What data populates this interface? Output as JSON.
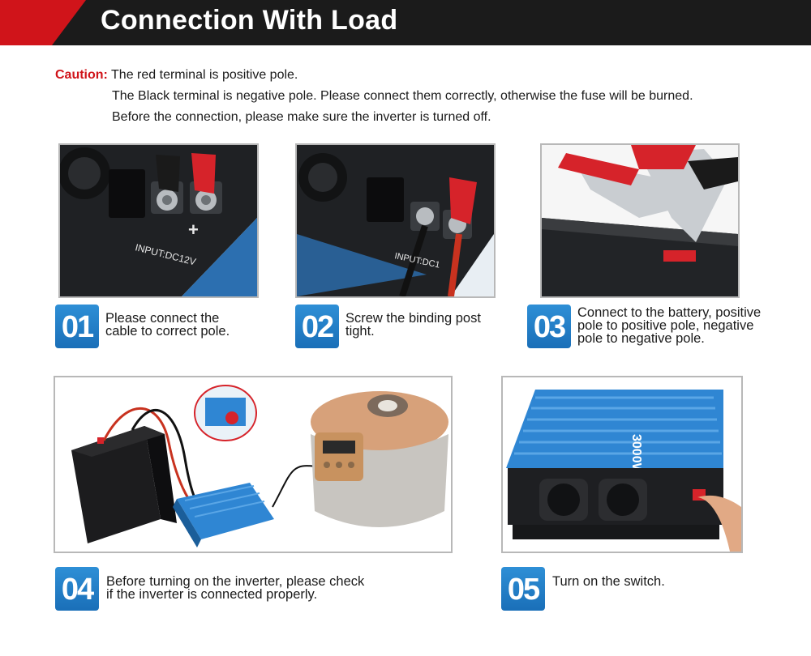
{
  "header": {
    "title": "Connection With Load"
  },
  "caution": {
    "label": "Caution:",
    "line1": "The red terminal is positive pole.",
    "line2": "The Black terminal is negative pole. Please connect them correctly, otherwise the fuse will be burned.",
    "line3": "Before the connection, please make sure the inverter is turned off."
  },
  "photo_labels": {
    "input_label": "INPUT:DC12V",
    "input_label_short": "INPUT:DC1",
    "brand": "3000W"
  },
  "steps": [
    {
      "number": "01",
      "line1": "Please connect the",
      "line2": "cable to correct pole."
    },
    {
      "number": "02",
      "line1": "Screw the binding post",
      "line2": "tight."
    },
    {
      "number": "03",
      "line1": "Connect to the battery, positive",
      "line2": "pole to positive pole, negative",
      "line3": "pole to negative pole."
    },
    {
      "number": "04",
      "line1": "Before turning on the inverter, please check",
      "line2": "if the inverter is connected properly."
    },
    {
      "number": "05",
      "line1": "Turn on the switch."
    }
  ],
  "colors": {
    "accent_red": "#d0141a",
    "header_bg": "#1b1b1b",
    "badge_blue": "#1f7ac4",
    "inverter_blue": "#2f86d3"
  }
}
